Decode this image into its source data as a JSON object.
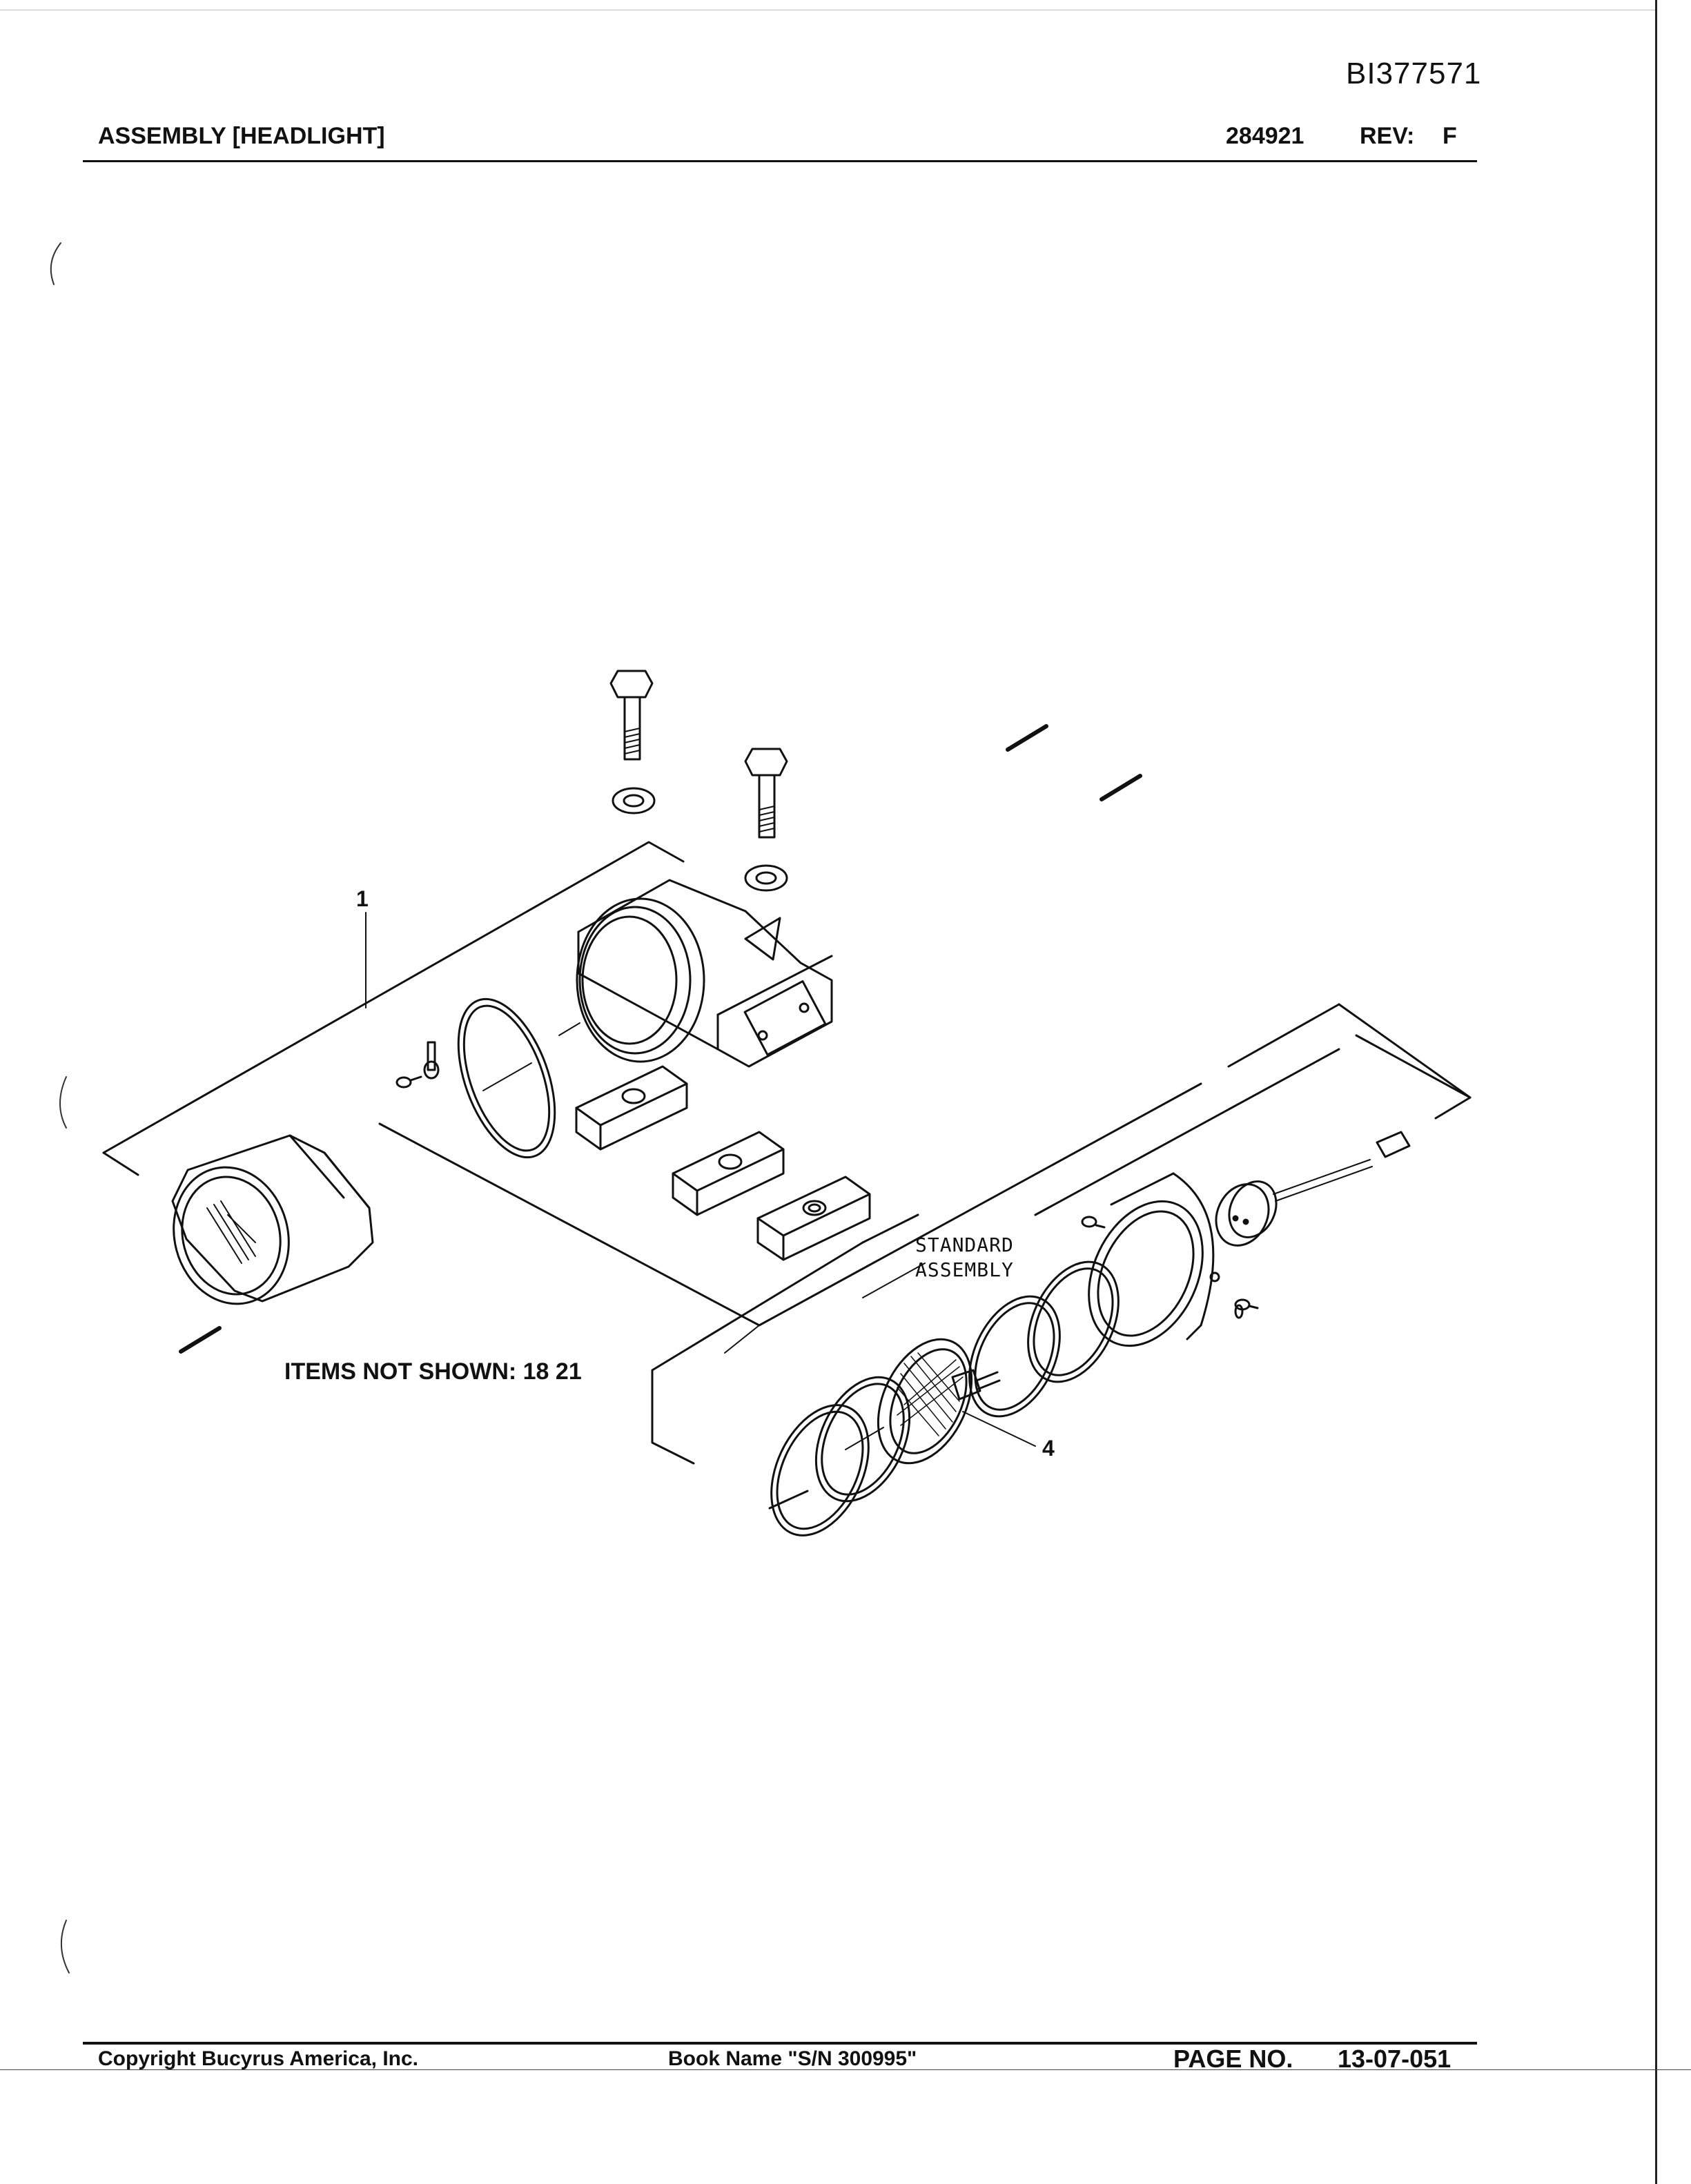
{
  "header": {
    "doc_id": "BI377571",
    "title": "ASSEMBLY [HEADLIGHT]",
    "part_number": "284921",
    "rev_label": "REV:",
    "rev_value": "F"
  },
  "drawing": {
    "callouts": [
      "1",
      "4"
    ],
    "standard_assembly_line1": "STANDARD",
    "standard_assembly_line2": "ASSEMBLY",
    "items_not_shown": "ITEMS NOT SHOWN: 18  21"
  },
  "footer": {
    "copyright": "Copyright Bucyrus America, Inc.",
    "book_name": "Book Name \"S/N 300995\"",
    "page_label": "PAGE NO.",
    "page_value": "13-07-051"
  }
}
